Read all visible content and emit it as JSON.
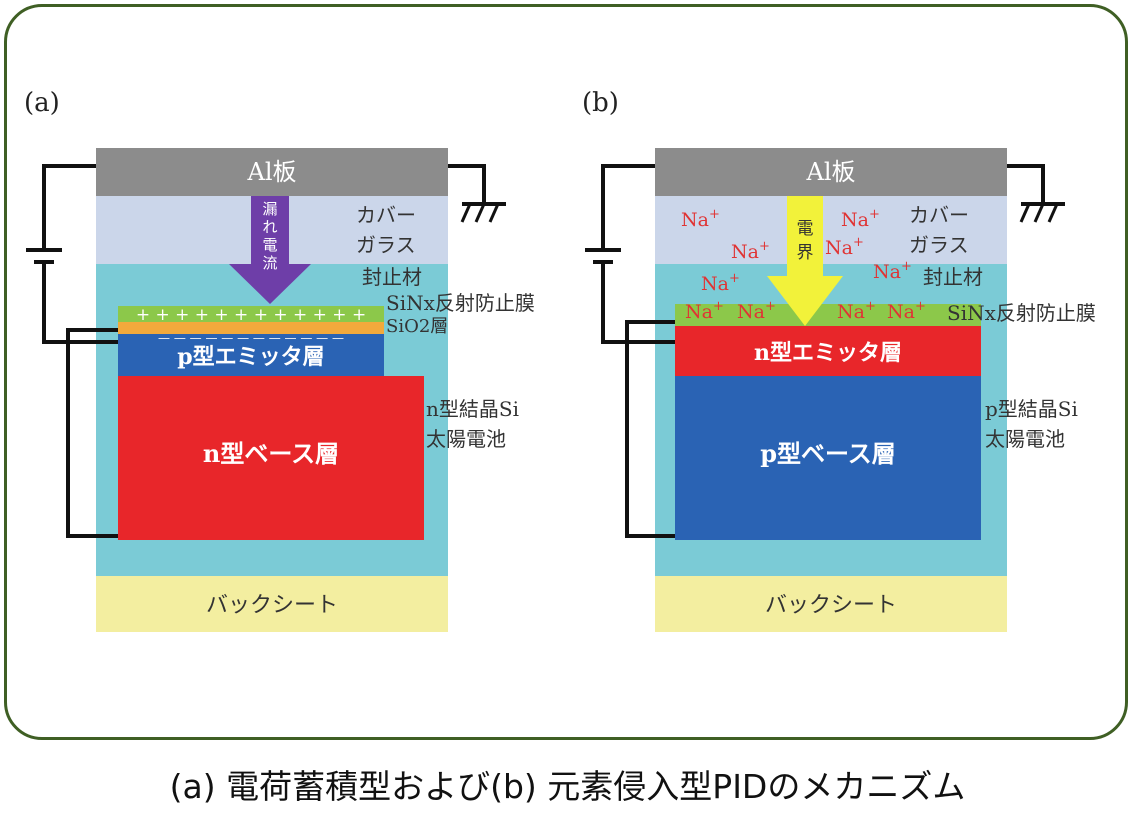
{
  "panel_a": {
    "label": "(a)",
    "al_plate": "Al板",
    "cover_glass": [
      "カバー",
      "ガラス"
    ],
    "encapsulant": "封止材",
    "leak_current": [
      "漏",
      "れ",
      "電",
      "流"
    ],
    "charges_plus": "+ + + + + + + + + + + +",
    "charges_minus": "— — — — — — — — — — — —",
    "sinx": "SiNx反射防止膜",
    "sio2": "SiO2層",
    "emitter": "p型エミッタ層",
    "base": "n型ベース層",
    "cell": [
      "n型結晶Si",
      "太陽電池"
    ],
    "backsheet": "バックシート"
  },
  "panel_b": {
    "label": "(b)",
    "al_plate": "Al板",
    "cover_glass": [
      "カバー",
      "ガラス"
    ],
    "encapsulant": "封止材",
    "electric_field": [
      "電",
      "界"
    ],
    "sodium_ion": "Na",
    "sinx": "SiNx反射防止膜",
    "emitter": "n型エミッタ層",
    "base": "p型ベース層",
    "cell": [
      "p型結晶Si",
      "太陽電池"
    ],
    "backsheet": "バックシート"
  },
  "colors": {
    "frame": "#3f5f24",
    "al_plate": "#8c8c8c",
    "cover_glass": "#cbd6ea",
    "encapsulant": "#7bcbd6",
    "sinx": "#8cc84a",
    "sio2": "#f2a93c",
    "blue_layer": "#2a63b4",
    "red_layer": "#e8262a",
    "backsheet": "#f3eea0",
    "leak_arrow": "#6e3ea8",
    "field_arrow": "#f2f23a",
    "sodium": "#e03434"
  },
  "caption": "(a) 電荷蓄積型および(b) 元素侵入型PIDのメカニズム"
}
